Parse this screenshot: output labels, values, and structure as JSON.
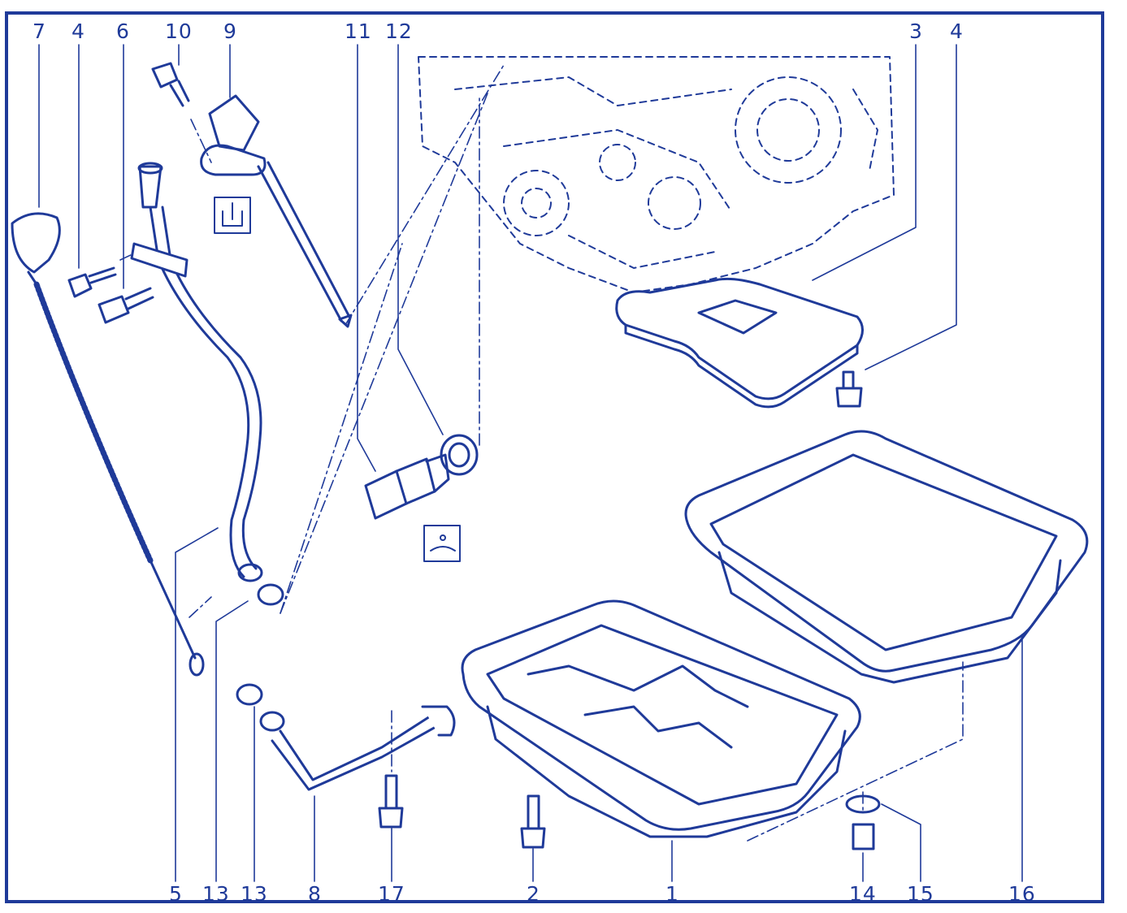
{
  "diagram": {
    "line_color": "#1f3a99",
    "top_labels": [
      "7",
      "4",
      "6",
      "10",
      "9",
      "11",
      "12",
      "3",
      "4"
    ],
    "bottom_labels": [
      "5",
      "13",
      "13",
      "8",
      "17",
      "2",
      "1",
      "14",
      "15",
      "16"
    ],
    "icons": [
      "oil-level-sensor-icon",
      "oil-pressure-icon"
    ]
  }
}
